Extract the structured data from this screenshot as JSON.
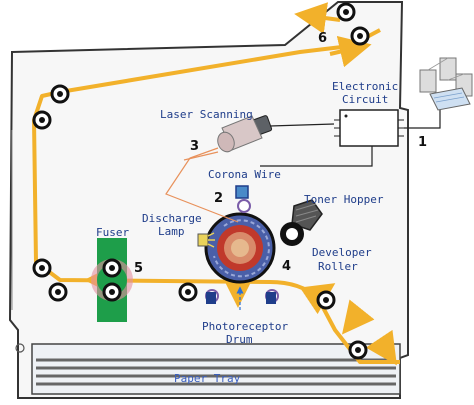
{
  "colors": {
    "paper_path": "#f2b12b",
    "label_text": "#1f3d8a",
    "fuser": "#1e9e4a",
    "drum_outer": "#4a5fa8",
    "drum_inner": "#c0392b",
    "laser_beam": "#e8915b",
    "printer_body": "#f7f7f7",
    "outline": "#333333"
  },
  "labels": {
    "electronic_circuit_line1": "Electronic",
    "electronic_circuit_line2": "Circuit",
    "laser_scanning": "Laser Scanning",
    "corona_wire": "Corona Wire",
    "toner_hopper": "Toner Hopper",
    "discharge_lamp_line1": "Discharge",
    "discharge_lamp_line2": "Lamp",
    "developer_roller_line1": "Developer",
    "developer_roller_line2": "Roller",
    "fuser": "Fuser",
    "photoreceptor_drum_line1": "Photoreceptor",
    "photoreceptor_drum_line2": "Drum",
    "paper_tray": "Paper Tray"
  },
  "steps": [
    "1",
    "2",
    "3",
    "4",
    "5",
    "6"
  ],
  "icons": [
    "computer-network-icon",
    "circuit-chip-icon",
    "laser-unit-icon",
    "drum-icon",
    "fuser-icon",
    "toner-hopper-icon",
    "discharge-lamp-icon",
    "roller-icon",
    "paper-tray-icon",
    "direction-arrow-icon"
  ]
}
